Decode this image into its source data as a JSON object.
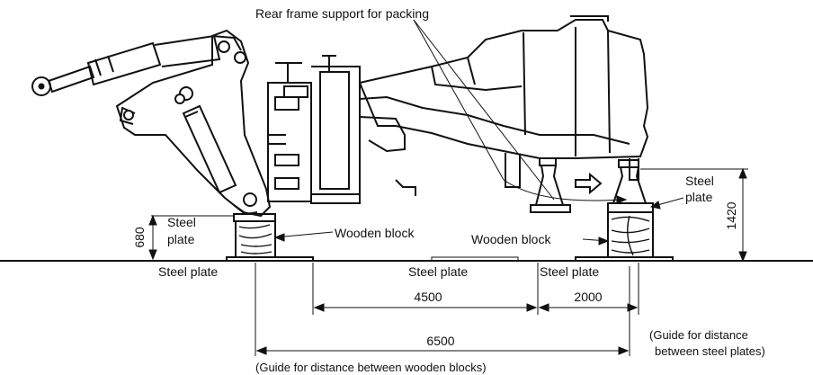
{
  "labels": {
    "rear_frame_support": "Rear frame support for packing",
    "steel_plate_left_line1": "Steel",
    "steel_plate_left_line2": "plate",
    "wooden_block_left": "Wooden block",
    "wooden_block_right": "Wooden block",
    "steel_plate_right_line1": "Steel",
    "steel_plate_right_line2": "plate",
    "ground_steel_plate_1": "Steel plate",
    "ground_steel_plate_2": "Steel plate",
    "ground_steel_plate_3": "Steel plate",
    "guide_steel_line1": "(Guide for distance",
    "guide_steel_line2": "between steel plates)",
    "guide_wood": "(Guide for distance between wooden blocks)"
  },
  "dimensions": {
    "height_left": "680",
    "height_right": "1420",
    "dist_4500": "4500",
    "dist_2000": "2000",
    "dist_6500": "6500"
  }
}
